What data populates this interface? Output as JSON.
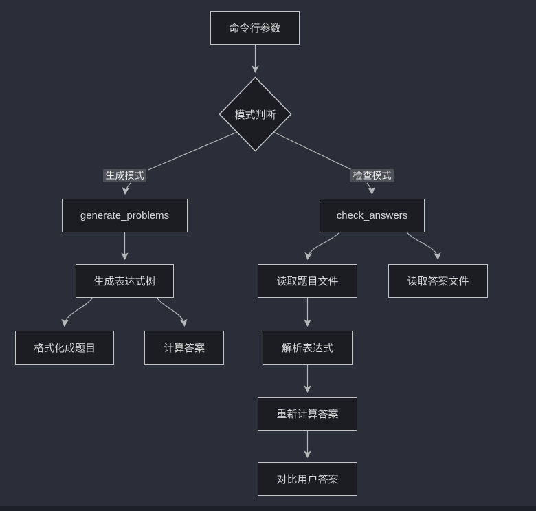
{
  "diagram": {
    "type": "flowchart",
    "direction": "top-down",
    "colors": {
      "background": "#292e39",
      "node_fill": "#1b1d23",
      "node_border": "#c4c5c8",
      "node_text": "#d6d6d6",
      "edge_line": "#b6b7ba",
      "edge_label_bg": "#4e5158",
      "bottom_strip": "#1d2029"
    },
    "nodes": {
      "args": {
        "label": "命令行参数",
        "shape": "rect"
      },
      "mode": {
        "label": "模式判断",
        "shape": "diamond"
      },
      "generate": {
        "label": "generate_problems",
        "shape": "rect"
      },
      "check": {
        "label": "check_answers",
        "shape": "rect"
      },
      "tree": {
        "label": "生成表达式树",
        "shape": "rect"
      },
      "format": {
        "label": "格式化成题目",
        "shape": "rect"
      },
      "calc": {
        "label": "计算答案",
        "shape": "rect"
      },
      "readq": {
        "label": "读取题目文件",
        "shape": "rect"
      },
      "reada": {
        "label": "读取答案文件",
        "shape": "rect"
      },
      "parse": {
        "label": "解析表达式",
        "shape": "rect"
      },
      "recalc": {
        "label": "重新计算答案",
        "shape": "rect"
      },
      "compare": {
        "label": "对比用户答案",
        "shape": "rect"
      }
    },
    "edges": [
      {
        "from": "args",
        "to": "mode",
        "label": ""
      },
      {
        "from": "mode",
        "to": "generate",
        "label": "生成模式"
      },
      {
        "from": "mode",
        "to": "check",
        "label": "检查模式"
      },
      {
        "from": "generate",
        "to": "tree",
        "label": ""
      },
      {
        "from": "tree",
        "to": "format",
        "label": ""
      },
      {
        "from": "tree",
        "to": "calc",
        "label": ""
      },
      {
        "from": "check",
        "to": "readq",
        "label": ""
      },
      {
        "from": "check",
        "to": "reada",
        "label": ""
      },
      {
        "from": "readq",
        "to": "parse",
        "label": ""
      },
      {
        "from": "parse",
        "to": "recalc",
        "label": ""
      },
      {
        "from": "recalc",
        "to": "compare",
        "label": ""
      }
    ]
  }
}
